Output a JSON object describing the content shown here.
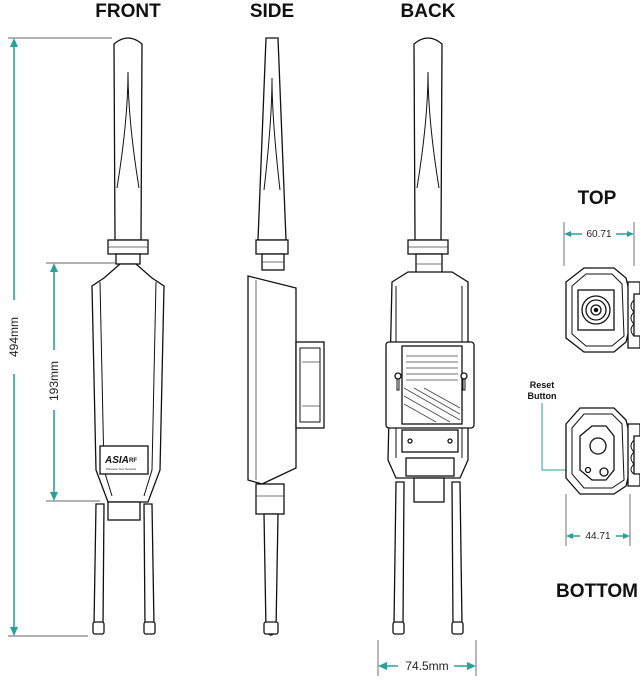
{
  "views": {
    "front": "FRONT",
    "side": "SIDE",
    "back": "BACK",
    "top": "TOP",
    "bottom": "BOTTOM"
  },
  "dimensions": {
    "total_height": "494mm",
    "body_height": "193mm",
    "width_back": "74.5mm",
    "top_width": "60.71",
    "bottom_width": "44.71"
  },
  "labels": {
    "reset_line1": "Reset",
    "reset_line2": "Button",
    "logo_text": "ASIA",
    "logo_sub": "RF",
    "logo_tagline": "Wireless Your Network"
  },
  "colors": {
    "dimension_accent": "#2aa198",
    "outline": "#111111"
  }
}
